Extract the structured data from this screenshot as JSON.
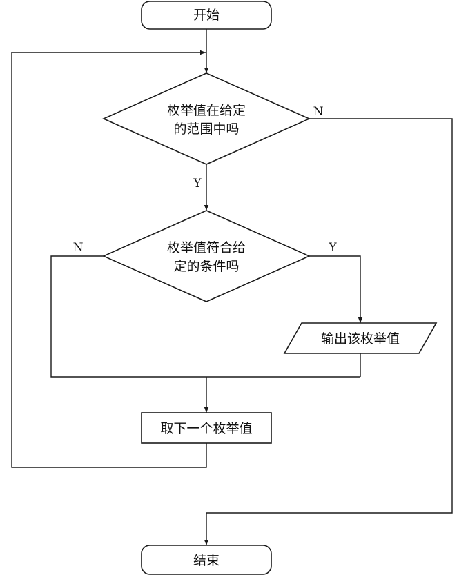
{
  "nodes": {
    "start": "开始",
    "decision_range": [
      "枚举值在给定",
      "的范围中吗"
    ],
    "decision_condition": [
      "枚举值符合给",
      "定的条件吗"
    ],
    "output": "输出该枚举值",
    "next": "取下一个枚举值",
    "end": "结束"
  },
  "edge_labels": {
    "range_no": "N",
    "range_yes": "Y",
    "condition_no": "N",
    "condition_yes": "Y"
  }
}
